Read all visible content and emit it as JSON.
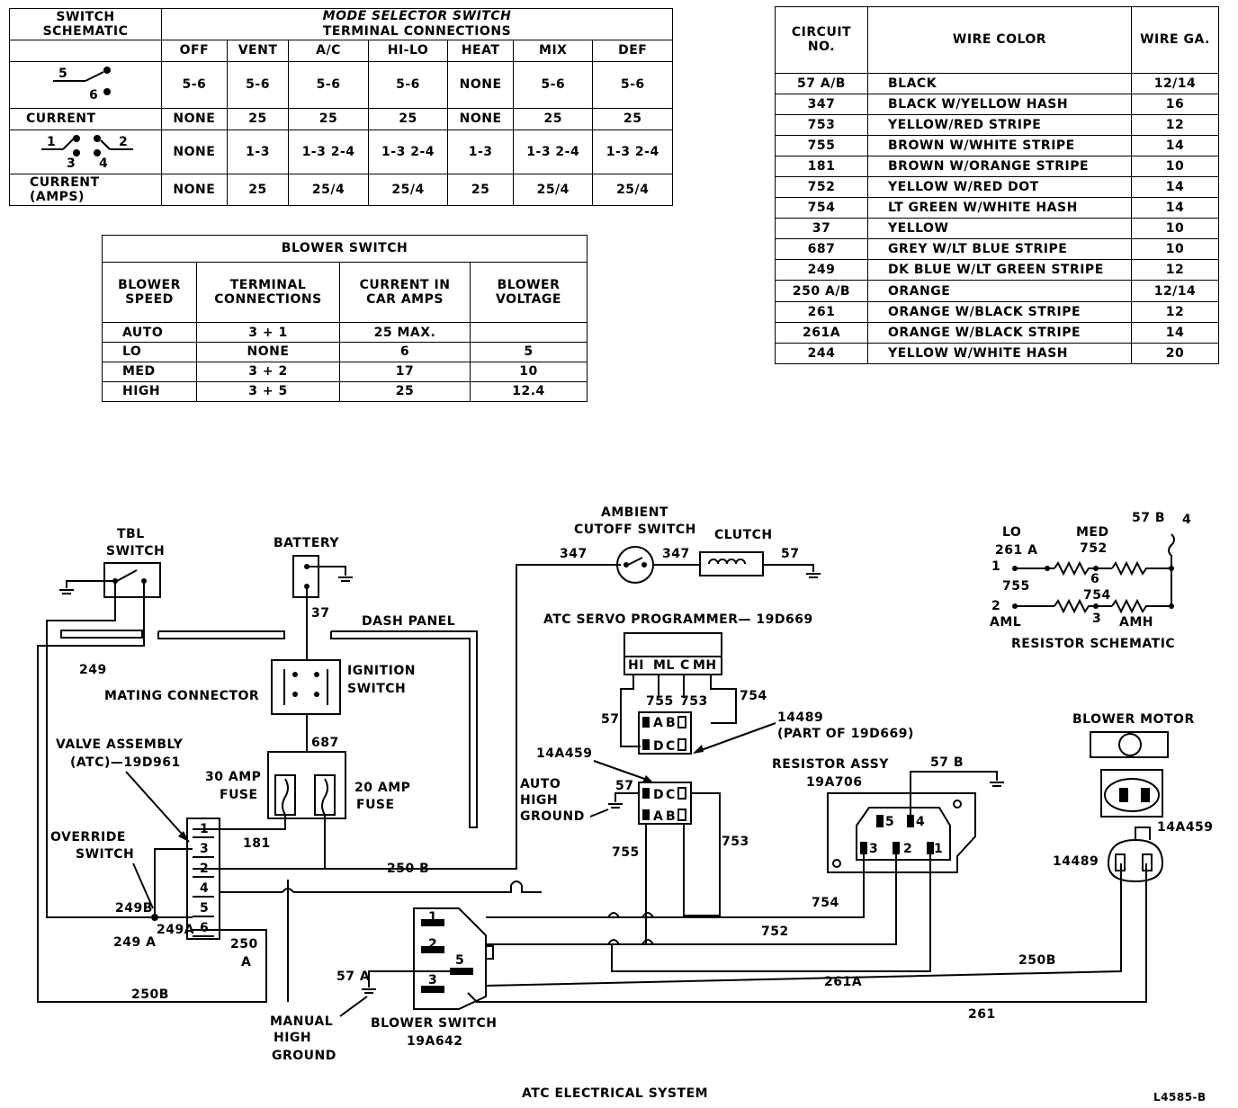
{
  "mode_selector": {
    "title": "MODE SELECTOR SWITCH",
    "terminal_header": "TERMINAL CONNECTIONS",
    "schematic_header": "SWITCH SCHEMATIC",
    "columns": [
      "OFF",
      "VENT",
      "A/C",
      "HI-LO",
      "HEAT",
      "MIX",
      "DEF"
    ],
    "row1": [
      "5-6",
      "5-6",
      "5-6",
      "5-6",
      "NONE",
      "5-6",
      "5-6"
    ],
    "current_label": "CURRENT",
    "current1": [
      "NONE",
      "25",
      "25",
      "25",
      "NONE",
      "25",
      "25"
    ],
    "row2": [
      "NONE",
      "1-3",
      "1-3 2-4",
      "1-3 2-4",
      "1-3",
      "1-3 2-4",
      "1-3 2-4"
    ],
    "current_amps_label": "CURRENT (AMPS)",
    "current2": [
      "NONE",
      "25",
      "25/4",
      "25/4",
      "25",
      "25/4",
      "25/4"
    ],
    "schematic_nums": [
      "5",
      "6",
      "1",
      "2",
      "3",
      "4"
    ]
  },
  "blower_switch": {
    "title": "BLOWER SWITCH",
    "headers": [
      "BLOWER SPEED",
      "TERMINAL CONNECTIONS",
      "CURRENT IN CAR AMPS",
      "BLOWER VOLTAGE"
    ],
    "rows": [
      [
        "AUTO",
        "3 + 1",
        "25 MAX.",
        ""
      ],
      [
        "LO",
        "NONE",
        "6",
        "5"
      ],
      [
        "MED",
        "3 + 2",
        "17",
        "10"
      ],
      [
        "HIGH",
        "3 + 5",
        "25",
        "12.4"
      ]
    ]
  },
  "wire_table": {
    "headers": [
      "CIRCUIT NO.",
      "WIRE COLOR",
      "WIRE GA."
    ],
    "rows": [
      [
        "57 A/B",
        "BLACK",
        "12/14"
      ],
      [
        "347",
        "BLACK W/YELLOW HASH",
        "16"
      ],
      [
        "753",
        "YELLOW/RED STRIPE",
        "12"
      ],
      [
        "755",
        "BROWN W/WHITE STRIPE",
        "14"
      ],
      [
        "181",
        "BROWN W/ORANGE STRIPE",
        "10"
      ],
      [
        "752",
        "YELLOW W/RED DOT",
        "14"
      ],
      [
        "754",
        "LT GREEN W/WHITE HASH",
        "14"
      ],
      [
        "37",
        "YELLOW",
        "10"
      ],
      [
        "687",
        "GREY W/LT BLUE STRIPE",
        "10"
      ],
      [
        "249",
        "DK BLUE W/LT GREEN STRIPE",
        "12"
      ],
      [
        "250 A/B",
        "ORANGE",
        "12/14"
      ],
      [
        "261",
        "ORANGE W/BLACK STRIPE",
        "12"
      ],
      [
        "261A",
        "ORANGE W/BLACK STRIPE",
        "14"
      ],
      [
        "244",
        "YELLOW W/WHITE HASH",
        "20"
      ]
    ]
  },
  "diagram": {
    "tbl_switch": [
      "TBL",
      "SWITCH"
    ],
    "battery": "BATTERY",
    "dash_panel": "DASH PANEL",
    "ignition_switch": [
      "IGNITION",
      "SWITCH"
    ],
    "mating_connector": "MATING CONNECTOR",
    "valve_assembly": [
      "VALVE ASSEMBLY",
      "(ATC)—19D961"
    ],
    "amp30": [
      "30 AMP",
      "FUSE"
    ],
    "amp20": [
      "20 AMP",
      "FUSE"
    ],
    "override_switch": [
      "OVERRIDE",
      "SWITCH"
    ],
    "ambient": [
      "AMBIENT",
      "CUTOFF SWITCH"
    ],
    "clutch": "CLUTCH",
    "servo": "ATC SERVO PROGRAMMER— 19D669",
    "part14489": [
      "14489",
      "(PART OF 19D669)"
    ],
    "part14a459": "14A459",
    "auto_high_ground": [
      "AUTO",
      "HIGH",
      "GROUND"
    ],
    "resistor_assy": [
      "RESISTOR ASSY",
      "19A706"
    ],
    "blower_motor": "BLOWER MOTOR",
    "blower_switch_label": [
      "BLOWER SWITCH",
      "19A642"
    ],
    "manual_high_ground": [
      "MANUAL",
      "HIGH",
      "GROUND"
    ],
    "resistor_schematic": "RESISTOR SCHEMATIC",
    "rs_labels": {
      "lo": "LO",
      "med": "MED",
      "w261a": "261 A",
      "w752": "752",
      "w57b": "57 B",
      "n4": "4",
      "n1": "1",
      "n2": "2",
      "n6": "6",
      "n3": "3",
      "w755": "755",
      "w754": "754",
      "aml": "AML",
      "amh": "AMH"
    },
    "servo_terms": [
      "HI",
      "ML",
      "C",
      "MH"
    ],
    "conn_terms": [
      "A",
      "B",
      "D",
      "C"
    ],
    "wires": {
      "w249": "249",
      "w37": "37",
      "w687": "687",
      "w181": "181",
      "w250b": "250 B",
      "w249b": "249B",
      "w249a": "249 A",
      "w249a2": "249A",
      "w250a": "250",
      "w250a2": "A",
      "w250b2": "250B",
      "w347a": "347",
      "w347b": "347",
      "w57": "57",
      "w755": "755",
      "w753": "753",
      "w754": "754",
      "w57s": "57",
      "w57a": "57",
      "w755b": "755",
      "w753b": "753",
      "w754b": "754",
      "w752b": "752",
      "w261a": "261A",
      "w250b3": "250B",
      "w261": "261",
      "w57a_bs": "57 A",
      "w57b_r": "57 B",
      "m14a459": "14A459",
      "m14489": "14489"
    },
    "valve_terms": [
      "1",
      "3",
      "2",
      "4",
      "5",
      "6"
    ],
    "resistor_terms": [
      "5",
      "4",
      "3",
      "2",
      "1"
    ],
    "blower_sw_terms": [
      "1",
      "2",
      "5",
      "3"
    ]
  },
  "footer": {
    "caption": "ATC ELECTRICAL SYSTEM",
    "code": "L4585-B"
  }
}
